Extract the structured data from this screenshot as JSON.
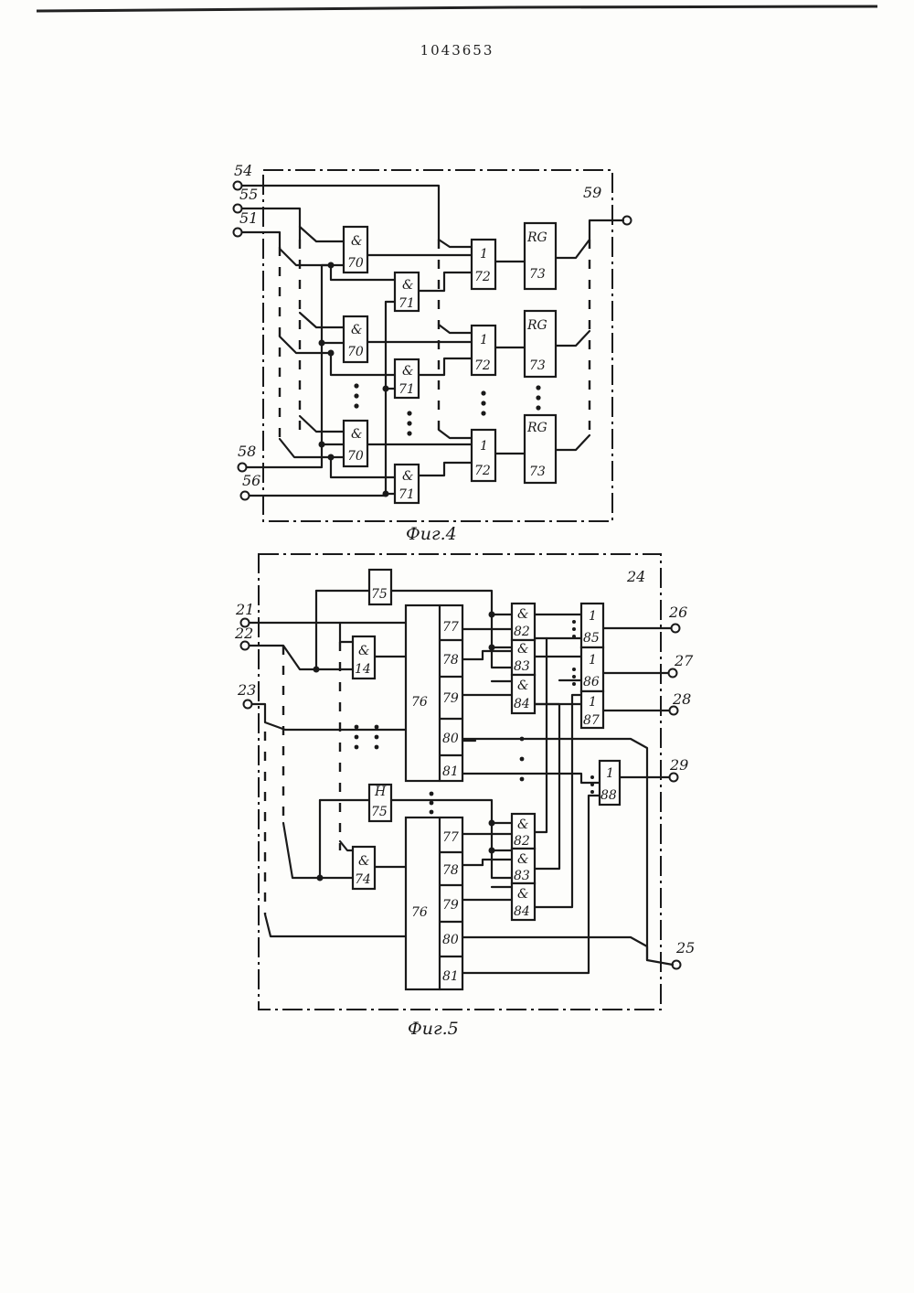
{
  "document": {
    "number": "1043653"
  },
  "fig4": {
    "caption": "Фиг.4",
    "block_label": "59",
    "inputs": [
      "54",
      "55",
      "51",
      "58",
      "56"
    ],
    "and_a": {
      "symbol": "&",
      "number": "70"
    },
    "and_b": {
      "symbol": "&",
      "number": "71"
    },
    "or": {
      "symbol": "1",
      "number": "72"
    },
    "reg": {
      "symbol": "RG",
      "number": "73"
    }
  },
  "fig5": {
    "caption": "Фиг.5",
    "block_label": "24",
    "inputs": [
      "21",
      "22",
      "23"
    ],
    "outputs": [
      "26",
      "27",
      "28",
      "29",
      "25"
    ],
    "delay": {
      "symbol": "H",
      "number": "75"
    },
    "and_in": {
      "symbol": "&",
      "number_top": "14",
      "number_bottom": "74"
    },
    "decoder": {
      "number": "76",
      "outputs": [
        "77",
        "78",
        "79",
        "80",
        "81"
      ]
    },
    "and_out": {
      "symbol": "&",
      "numbers": [
        "82",
        "83",
        "84"
      ]
    },
    "or_out": {
      "symbol": "1",
      "numbers": [
        "85",
        "86",
        "87",
        "88"
      ]
    }
  }
}
